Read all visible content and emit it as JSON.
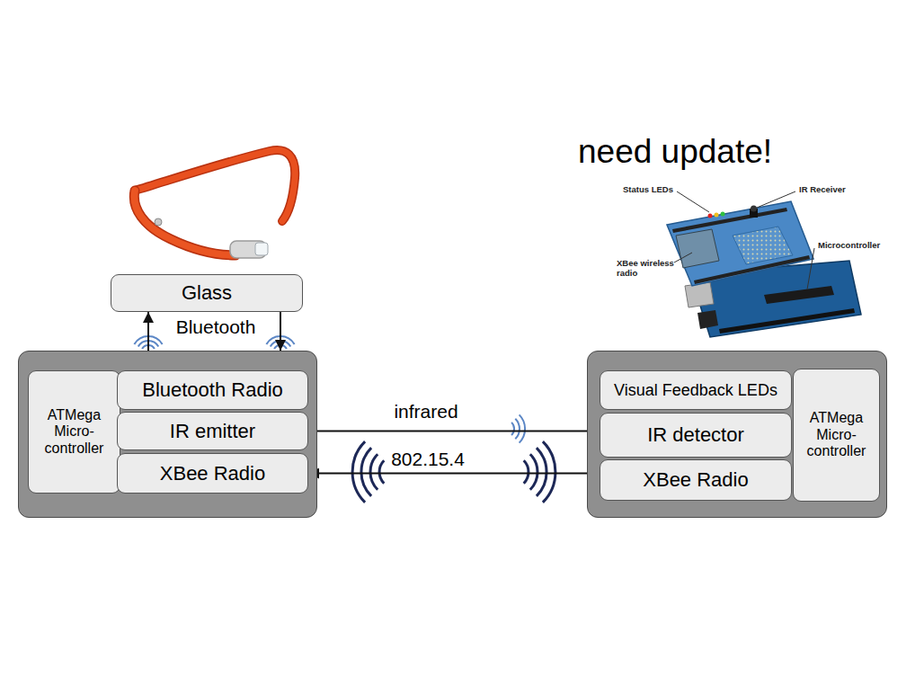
{
  "diagram": {
    "nodes": [
      {
        "text": [
          "Glass"
        ]
      },
      {
        "text": []
      },
      {
        "text": [
          "ATMega Micro- controller"
        ],
        "in": 1
      },
      {
        "text": [
          "Bluetooth Radio"
        ],
        "in": 1
      },
      {
        "text": [
          "IR emitter"
        ],
        "in": 1
      },
      {
        "text": [
          "XBee Radio"
        ],
        "in": 1
      },
      {
        "text": []
      },
      {
        "text": [
          "Visual Feedback LEDs"
        ],
        "in": 6
      },
      {
        "text": [
          "IR detector"
        ],
        "in": 6
      },
      {
        "text": [
          "XBee Radio"
        ],
        "in": 6
      },
      {
        "text": [
          "ATMega Micro- controller"
        ],
        "in": 6
      }
    ],
    "edges": [
      {
        "from": 1,
        "to": 0,
        "arrow": "to"
      },
      {
        "from": 0,
        "to": 1,
        "arrow": "to"
      },
      {
        "from": 4,
        "to": 8,
        "label": "infrared",
        "arrow": "to"
      },
      {
        "from": 5,
        "to": 9,
        "label": "802.15.4",
        "arrow": "both"
      }
    ],
    "labels": [
      "Bluetooth",
      "need update!",
      "Status LEDs",
      "IR Receiver",
      "Microcontroller",
      "XBee wireless radio"
    ]
  }
}
